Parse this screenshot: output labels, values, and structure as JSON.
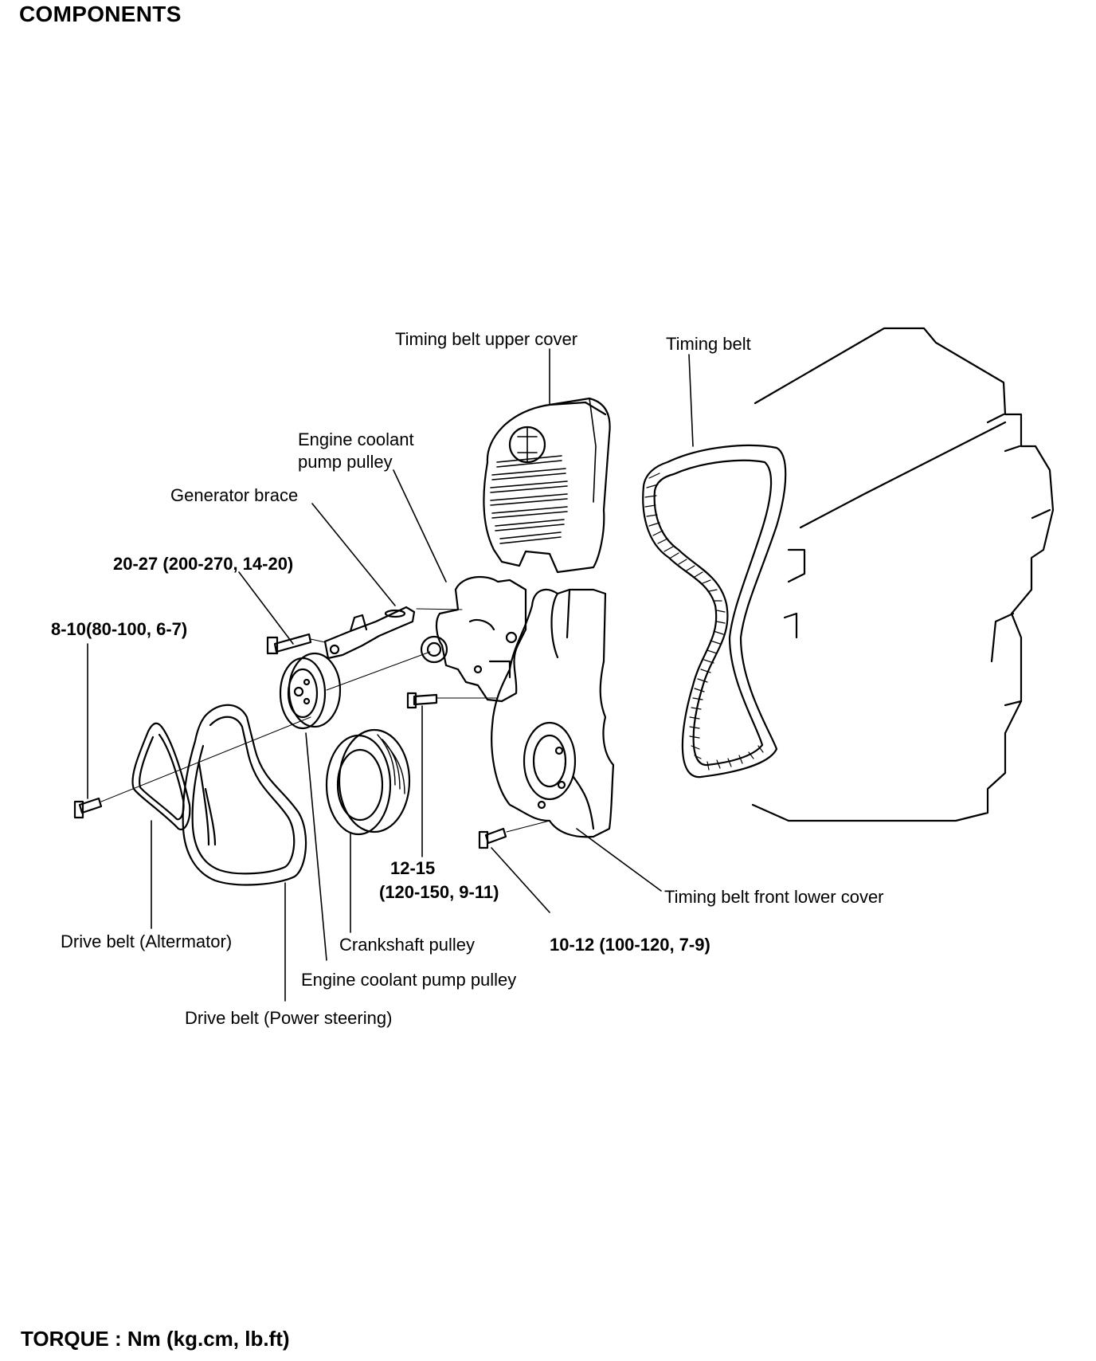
{
  "title": "COMPONENTS",
  "footer": "TORQUE : Nm (kg.cm, lb.ft)",
  "labels": {
    "timing_belt_upper_cover": "Timing belt upper cover",
    "timing_belt": "Timing belt",
    "pump_pulley_top_line1": "Engine coolant",
    "pump_pulley_top_line2": "pump pulley",
    "generator_brace": "Generator brace",
    "torque_brace_bolt": "20-27 (200-270, 14-20)",
    "torque_left_bolt": "8-10(80-100, 6-7)",
    "torque_center_bolt_line1": "12-15",
    "torque_center_bolt_line2": "(120-150, 9-11)",
    "timing_belt_front_lower_cover": "Timing belt front lower cover",
    "drive_belt_alternator": "Drive belt (Altermator)",
    "crankshaft_pulley": "Crankshaft pulley",
    "torque_lower_bolt": "10-12 (100-120, 7-9)",
    "pump_pulley_bottom": "Engine coolant pump pulley",
    "drive_belt_power_steering": "Drive belt (Power steering)"
  }
}
